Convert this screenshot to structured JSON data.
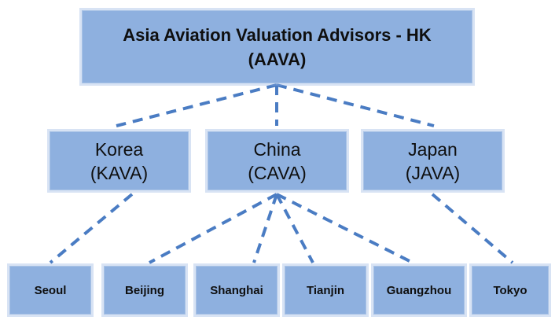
{
  "root": {
    "line1": "Asia Aviation Valuation Advisors - HK",
    "line2": "(AAVA)"
  },
  "regions": [
    {
      "name": "Korea",
      "abbr": "(KAVA)"
    },
    {
      "name": "China",
      "abbr": "(CAVA)"
    },
    {
      "name": "Japan",
      "abbr": "(JAVA)"
    }
  ],
  "cities": [
    "Seoul",
    "Beijing",
    "Shanghai",
    "Tianjin",
    "Guangzhou",
    "Tokyo"
  ],
  "colors": {
    "box_fill": "#8eb0df",
    "line": "#4a7cc3",
    "text": "#0f0f0f"
  }
}
